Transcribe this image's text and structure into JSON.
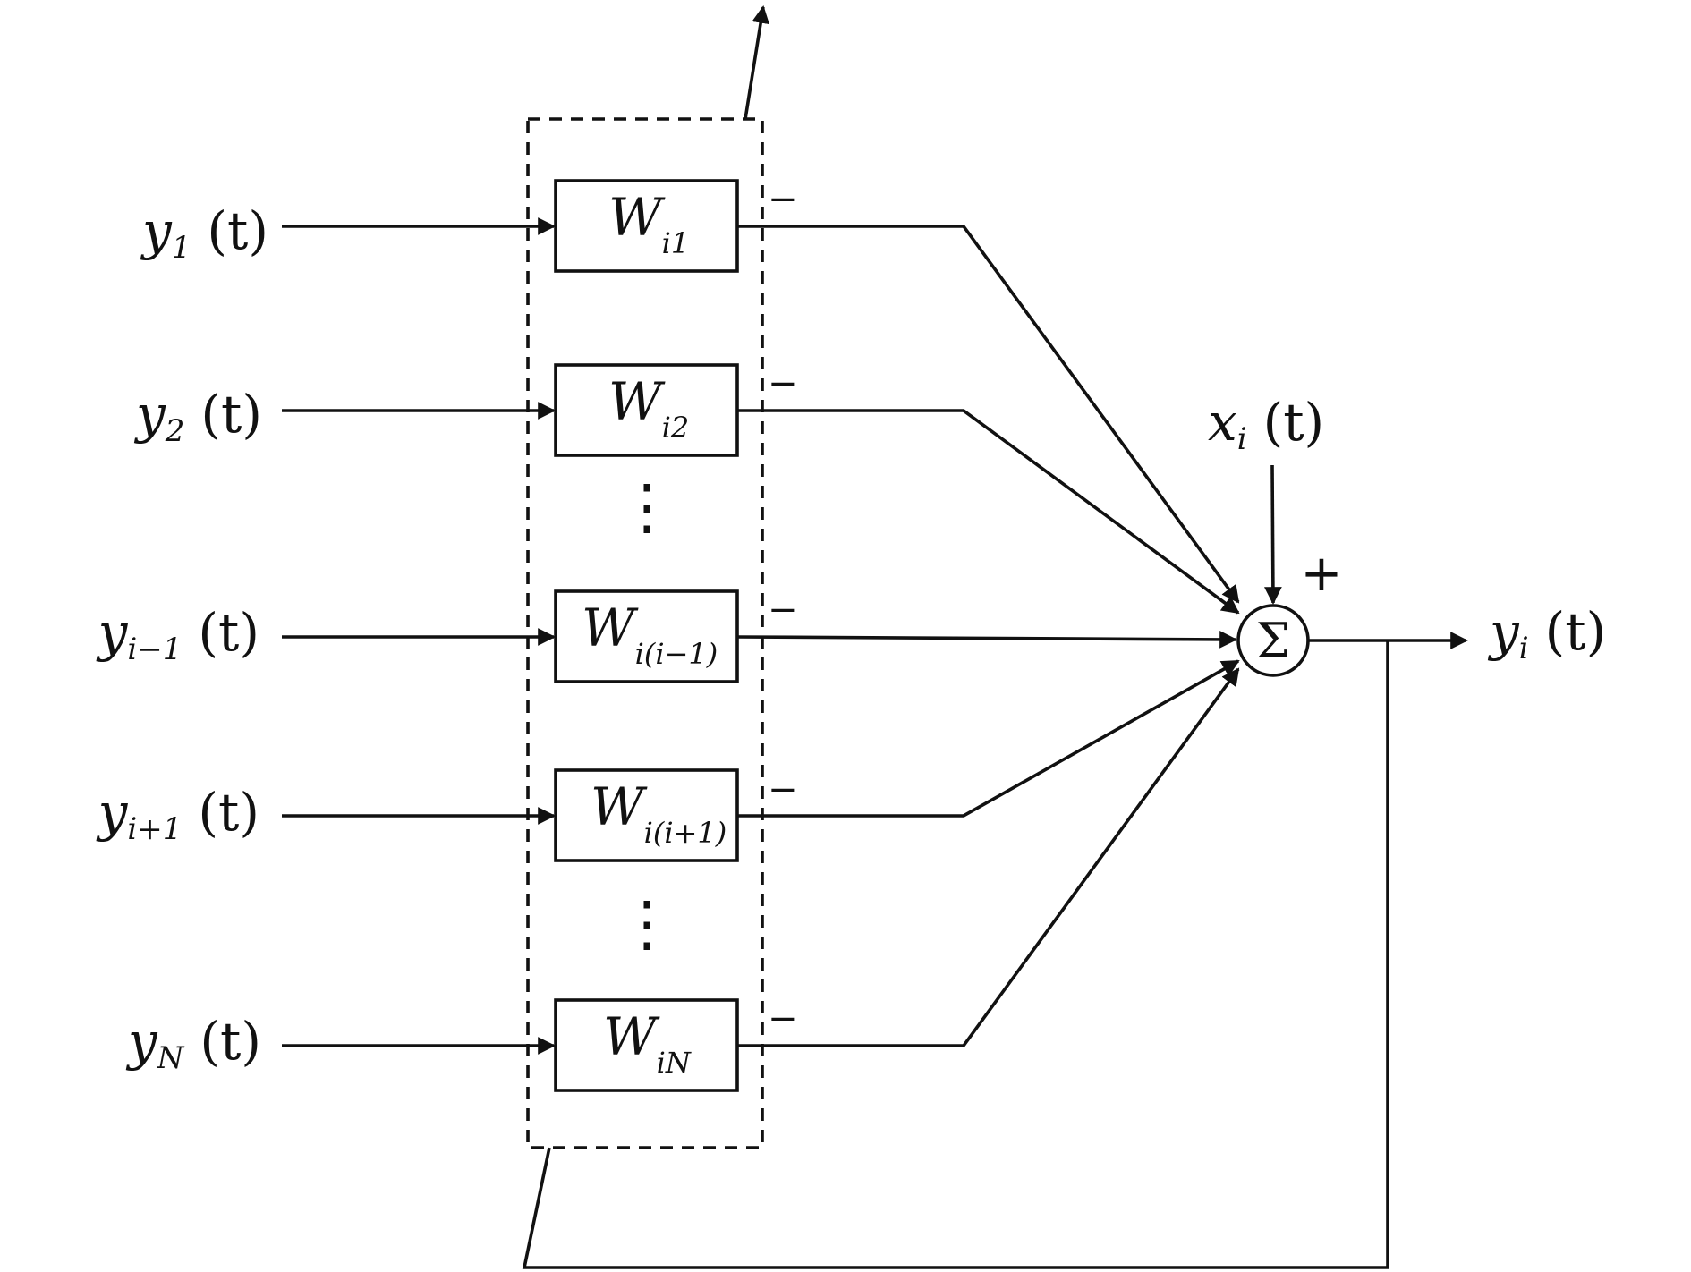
{
  "inputs": [
    {
      "var": "y",
      "sub": "1",
      "arg": "(t)"
    },
    {
      "var": "y",
      "sub": "2",
      "arg": "(t)"
    },
    {
      "var": "y",
      "sub": "i−1",
      "arg": "(t)"
    },
    {
      "var": "y",
      "sub": "i+1",
      "arg": "(t)"
    },
    {
      "var": "y",
      "sub": "N",
      "arg": "(t)"
    }
  ],
  "weights": [
    {
      "var": "W",
      "sub": "i1"
    },
    {
      "var": "W",
      "sub": "i2"
    },
    {
      "var": "W",
      "sub": "i(i−1)"
    },
    {
      "var": "W",
      "sub": "i(i+1)"
    },
    {
      "var": "W",
      "sub": "iN"
    }
  ],
  "weight_sign": "−",
  "ellipsis": "⋮",
  "summer": {
    "symbol": "Σ",
    "plus_sign": "+"
  },
  "external_input": {
    "var": "x",
    "sub": "i",
    "arg": "(t)"
  },
  "output": {
    "var": "y",
    "sub": "i",
    "arg": "(t)"
  }
}
